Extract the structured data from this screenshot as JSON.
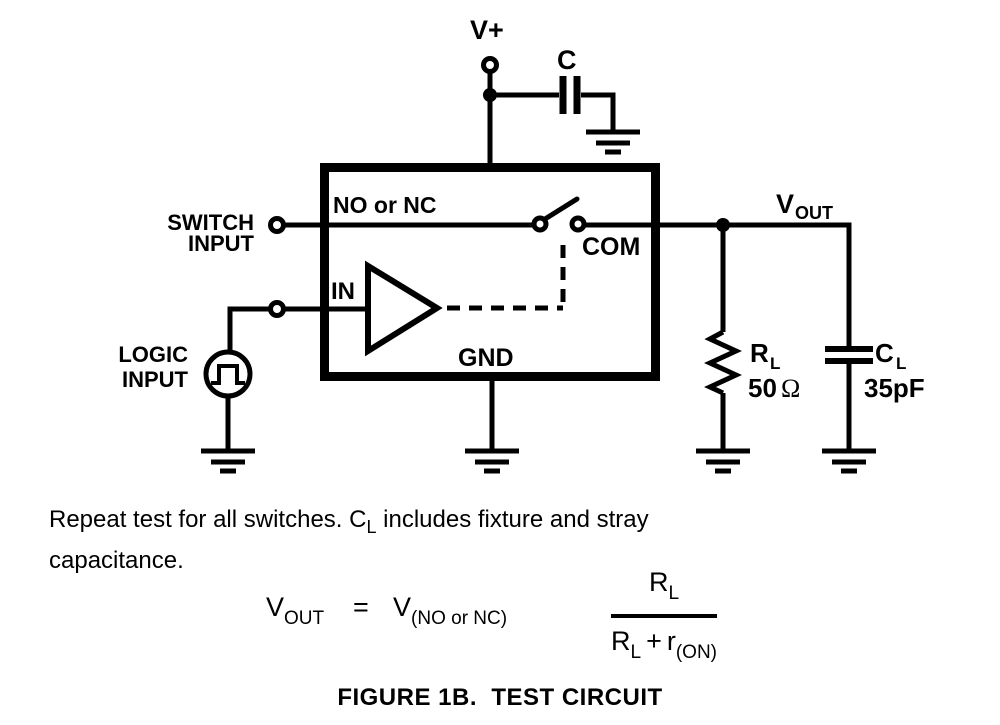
{
  "colors": {
    "ink": "#000000",
    "background": "#ffffff"
  },
  "circuit": {
    "supply_label": "V+",
    "bypass_cap_label": "C",
    "switch_input_line1": "SWITCH",
    "switch_input_line2": "INPUT",
    "logic_input_line1": "LOGIC",
    "logic_input_line2": "INPUT",
    "no_or_nc_label": "NO or NC",
    "com_label": "COM",
    "in_label": "IN",
    "gnd_label": "GND",
    "vout_main": "V",
    "vout_sub": "OUT",
    "rl_main": "R",
    "rl_sub": "L",
    "rl_value_num": "50",
    "rl_value_unit": "Ω",
    "cl_main": "C",
    "cl_sub": "L",
    "cl_value": "35pF"
  },
  "note": {
    "line1_pre": "Repeat test for all switches. C",
    "line1_sub": "L",
    "line1_post": " includes fixture and stray",
    "line2": "capacitance."
  },
  "equation": {
    "lhs_main": "V",
    "lhs_sub": "OUT",
    "equals": "=",
    "rhs_main": "V",
    "rhs_sub": "(NO or NC)",
    "num_main": "R",
    "num_sub": "L",
    "den_term1_main": "R",
    "den_term1_sub": "L",
    "den_operator": "+",
    "den_term2_main": "r",
    "den_term2_sub": "(ON)"
  },
  "caption": "FIGURE 1B.  TEST CIRCUIT"
}
